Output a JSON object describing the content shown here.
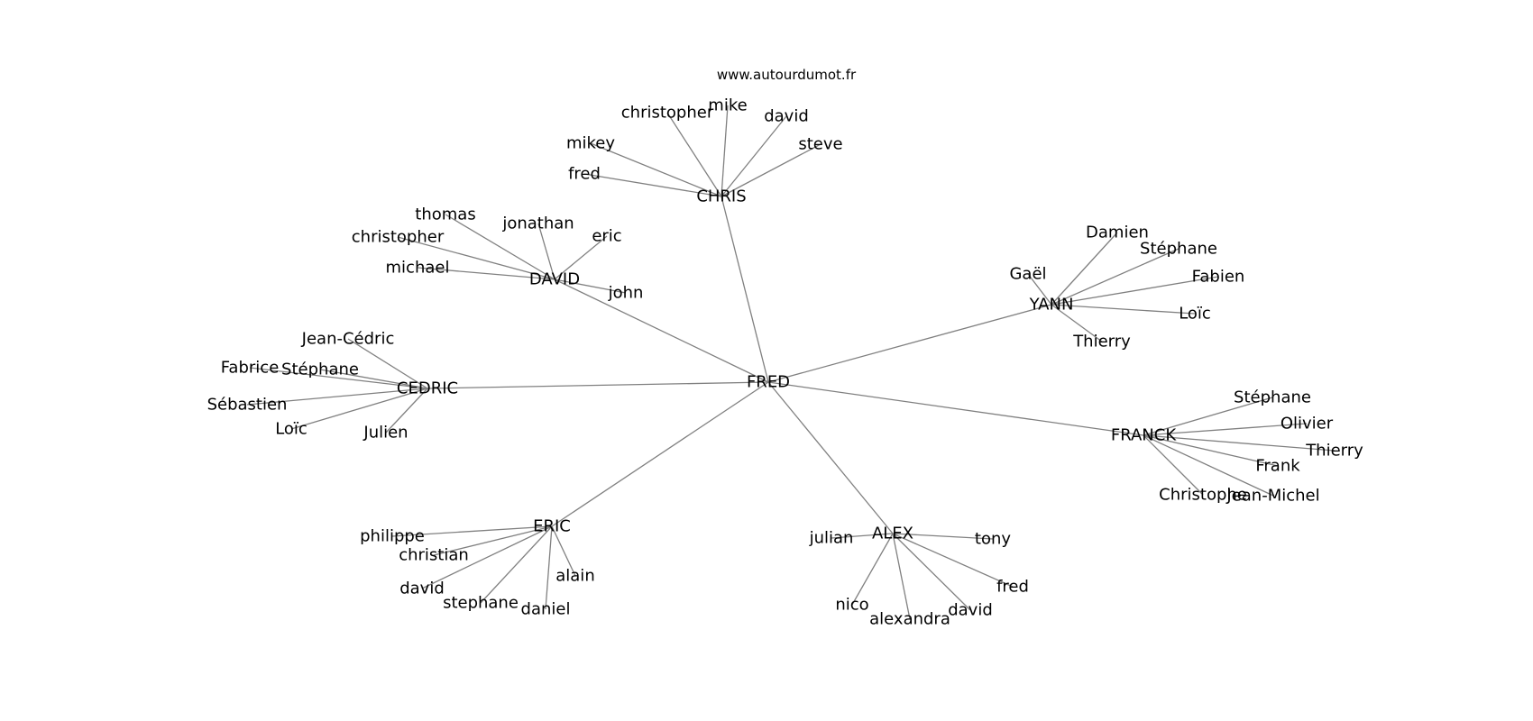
{
  "site_credit": "www.autourdumot.fr",
  "center": "FRED",
  "clusters": [
    {
      "id": "chris",
      "hub": "CHRIS",
      "leaves": [
        "fred",
        "mikey",
        "christopher",
        "mike",
        "david",
        "steve"
      ]
    },
    {
      "id": "david",
      "hub": "DAVID",
      "leaves": [
        "thomas",
        "christopher",
        "michael",
        "jonathan",
        "eric",
        "john"
      ]
    },
    {
      "id": "yann",
      "hub": "YANN",
      "leaves": [
        "Damien",
        "Stéphane",
        "Gaël",
        "Fabien",
        "Loïc",
        "Thierry"
      ]
    },
    {
      "id": "cedric",
      "hub": "CEDRIC",
      "leaves": [
        "Jean-Cédric",
        "Fabrice",
        "Stéphane",
        "Sébastien",
        "Loïc",
        "Julien"
      ]
    },
    {
      "id": "franck",
      "hub": "FRANCK",
      "leaves": [
        "Stéphane",
        "Olivier",
        "Thierry",
        "Frank",
        "Christophe",
        "Jean-Michel"
      ]
    },
    {
      "id": "eric",
      "hub": "ERIC",
      "leaves": [
        "philippe",
        "christian",
        "david",
        "stephane",
        "daniel",
        "alain"
      ]
    },
    {
      "id": "alex",
      "hub": "ALEX",
      "leaves": [
        "julian",
        "tony",
        "nico",
        "alexandra",
        "david",
        "fred"
      ]
    }
  ]
}
